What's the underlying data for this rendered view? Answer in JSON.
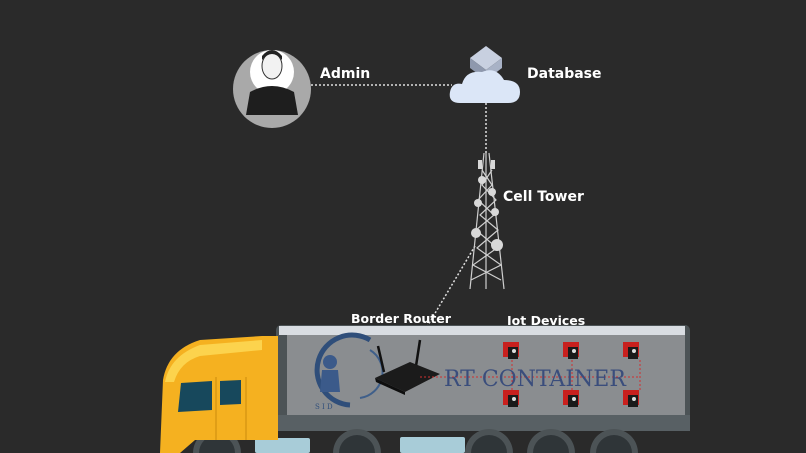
{
  "labels": {
    "admin": "Admin",
    "database": "Database",
    "cell_tower": "Cell Tower",
    "border_router": "Border Router",
    "iot_devices": "Iot Devices"
  },
  "trailer": {
    "container_text": "RT CONTAINER",
    "logo_text": "S I D"
  },
  "colors": {
    "background": "#2a2a2a",
    "cab": "#f5b120",
    "trailer_panel": "#8a8d90",
    "device": "#c8201e",
    "connection_line": "#e0e0e0",
    "device_link": "#d03030"
  },
  "icons": [
    "admin-avatar-icon",
    "cloud-database-icon",
    "cell-tower-icon",
    "router-icon",
    "iot-device-icon",
    "truck-icon"
  ]
}
